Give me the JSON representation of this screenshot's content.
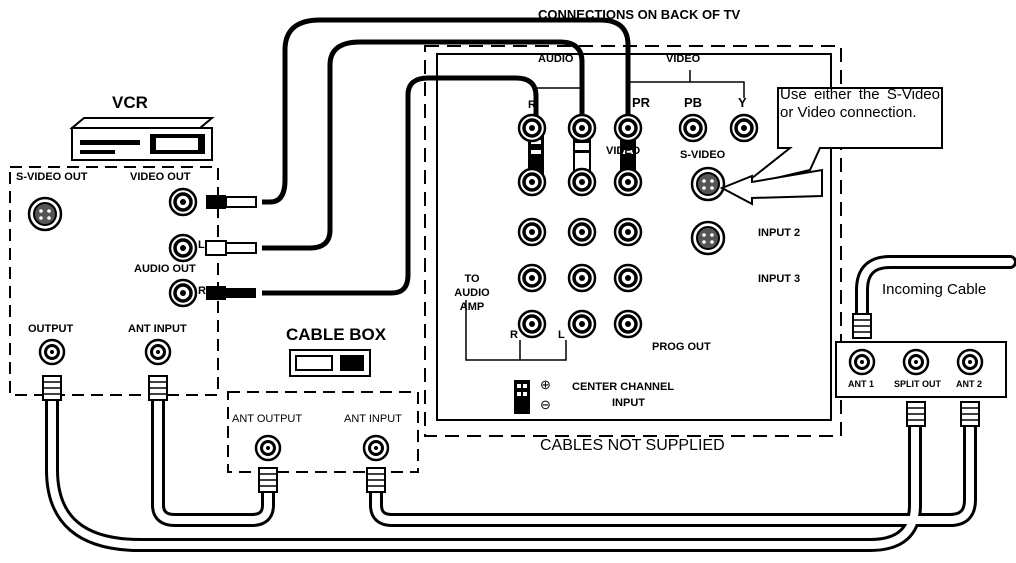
{
  "diagram": {
    "title": "CONNECTIONS ON BACK OF TV",
    "vcr": {
      "name": "VCR",
      "s_video_out": "S-VIDEO OUT",
      "video_out": "VIDEO OUT",
      "audio_out": "AUDIO OUT",
      "left": "L",
      "right": "R",
      "output": "OUTPUT",
      "ant_input": "ANT INPUT"
    },
    "cable_box": {
      "name": "CABLE BOX",
      "ant_output": "ANT OUTPUT",
      "ant_input": "ANT INPUT"
    },
    "tv": {
      "audio": "AUDIO",
      "video": "VIDEO",
      "pr": "PR",
      "pb": "PB",
      "y": "Y",
      "r": "R",
      "video_jack": "VIDEO",
      "s_video": "S-VIDEO",
      "input2": "INPUT 2",
      "input3": "INPUT 3",
      "to_audio_amp": [
        "TO",
        "AUDIO",
        "AMP"
      ],
      "amp_r": "R",
      "amp_l": "L",
      "prog_out": "PROG OUT",
      "center_channel": [
        "CENTER CHANNEL",
        "INPUT"
      ],
      "plus": "⊕",
      "minus": "⊖"
    },
    "callout": "Use either the S-Video or Video connection.",
    "splitter": {
      "incoming": "Incoming Cable",
      "ant1": "ANT 1",
      "split_out": "SPLIT OUT",
      "ant2": "ANT 2"
    },
    "footer": "CABLES NOT SUPPLIED"
  }
}
